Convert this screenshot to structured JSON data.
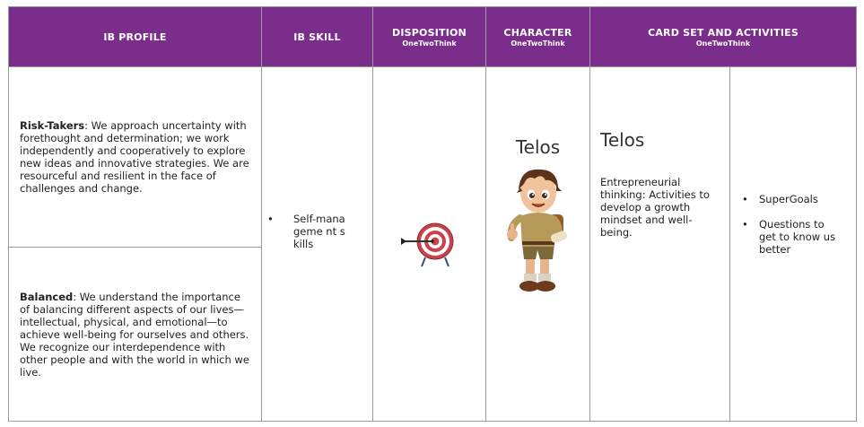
{
  "headers": {
    "profile": "IB PROFILE",
    "skill": "IB SKILL",
    "disposition": "DISPOSITION",
    "disposition_sub": "OneTwoThink",
    "character": "CHARACTER",
    "character_sub": "OneTwoThink",
    "cardset": "CARD SET AND ACTIVITIES",
    "cardset_sub": "OneTwoThink"
  },
  "profiles": [
    {
      "name": "Risk-Takers",
      "text": ": We approach uncertainty with forethought and determination; we work independently and cooperatively to explore new ideas and innovative strategies. We are resourceful and resilient in the face of challenges and change."
    },
    {
      "name": "Balanced",
      "text": ": We understand the importance of balancing different aspects of our lives—intellectual, physical, and emotional—to achieve well-being for ourselves and others. We recognize our interdependence with other people and with the world in which we live."
    }
  ],
  "skill": {
    "items": [
      "Self-manageme nt skills"
    ]
  },
  "disposition": {
    "icon": "target-arrow-icon"
  },
  "character": {
    "name": "Telos",
    "icon": "explorer-boy-icon"
  },
  "cardset": {
    "title": "Telos",
    "description": "Entrepreneurial thinking: Activities to develop a growth mindset and well-being."
  },
  "activities": {
    "items": [
      "SuperGoals",
      "Questions to get to know us better"
    ]
  },
  "colors": {
    "header_bg": "#7b2d8b",
    "border": "#9a9a9a",
    "target_red": "#c8424a"
  }
}
